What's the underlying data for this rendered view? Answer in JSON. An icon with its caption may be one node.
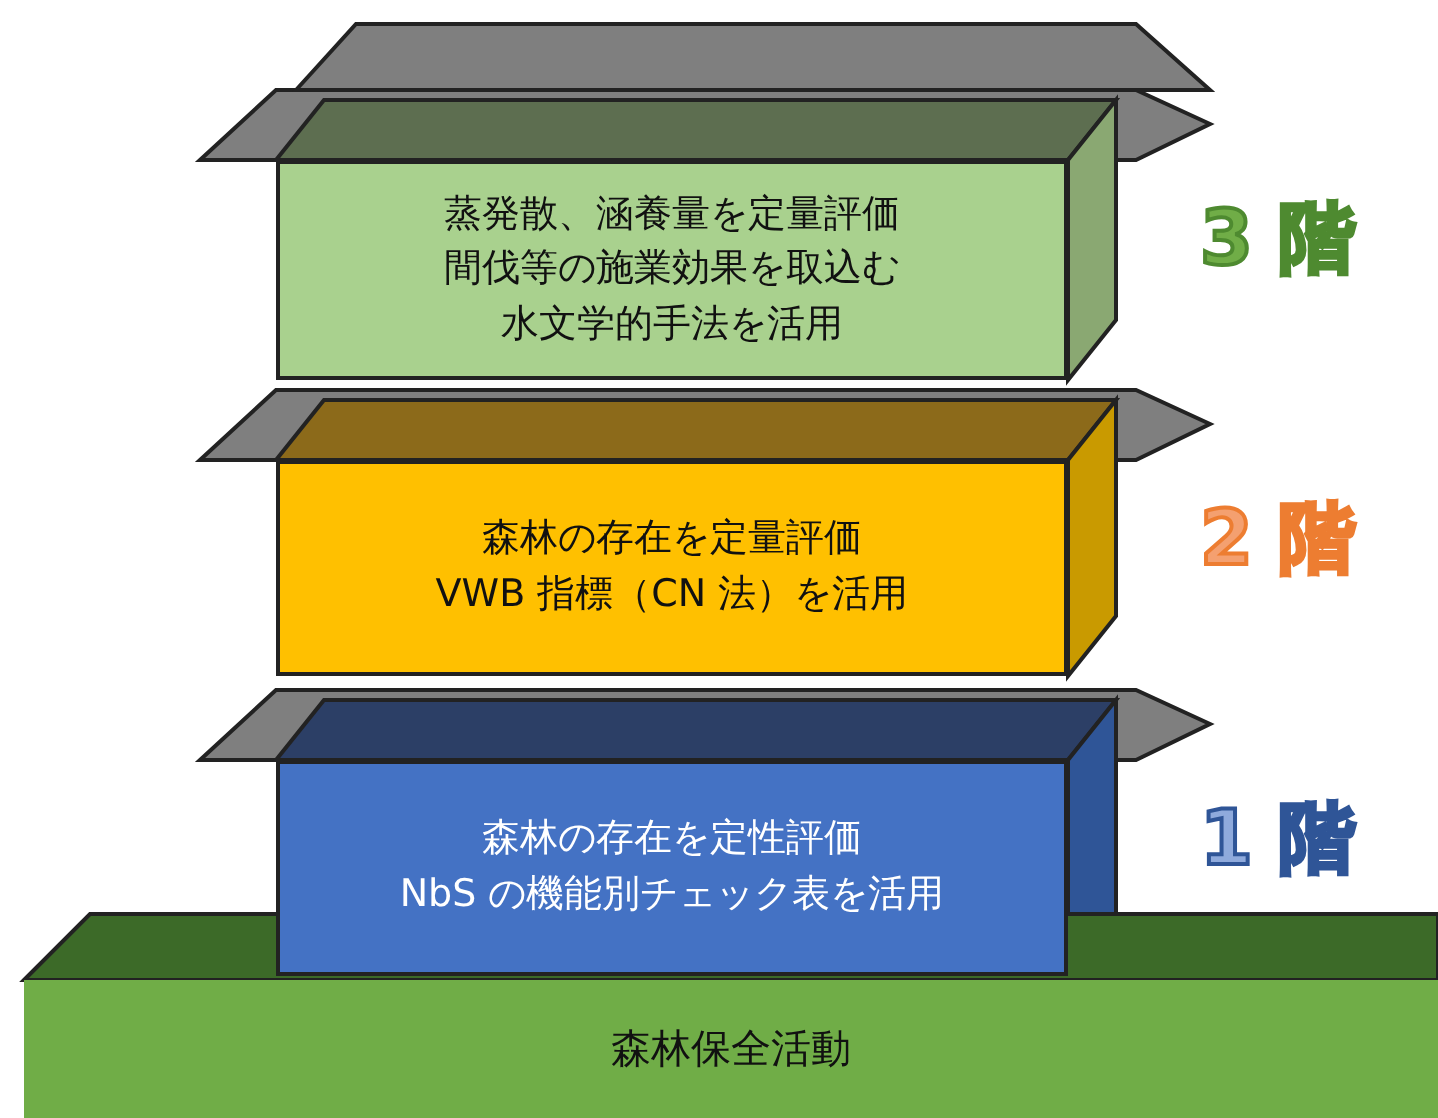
{
  "diagram": {
    "nodes": [
      {
        "text": [
          "蒸発散、涵養量を定量評価",
          "間伐等の施業効果を取込む",
          "水文学的手法を活用"
        ],
        "beside": [
          "3 階"
        ]
      },
      {
        "text": [
          "森林の存在を定量評価",
          "VWB 指標（CN 法）を活用"
        ],
        "beside": [
          "2 階"
        ]
      },
      {
        "text": [
          "森林の存在を定性評価",
          "NbS の機能別チェック表を活用"
        ],
        "beside": [
          "1 階"
        ]
      },
      {
        "text": [
          "森林保全活動"
        ]
      }
    ]
  }
}
